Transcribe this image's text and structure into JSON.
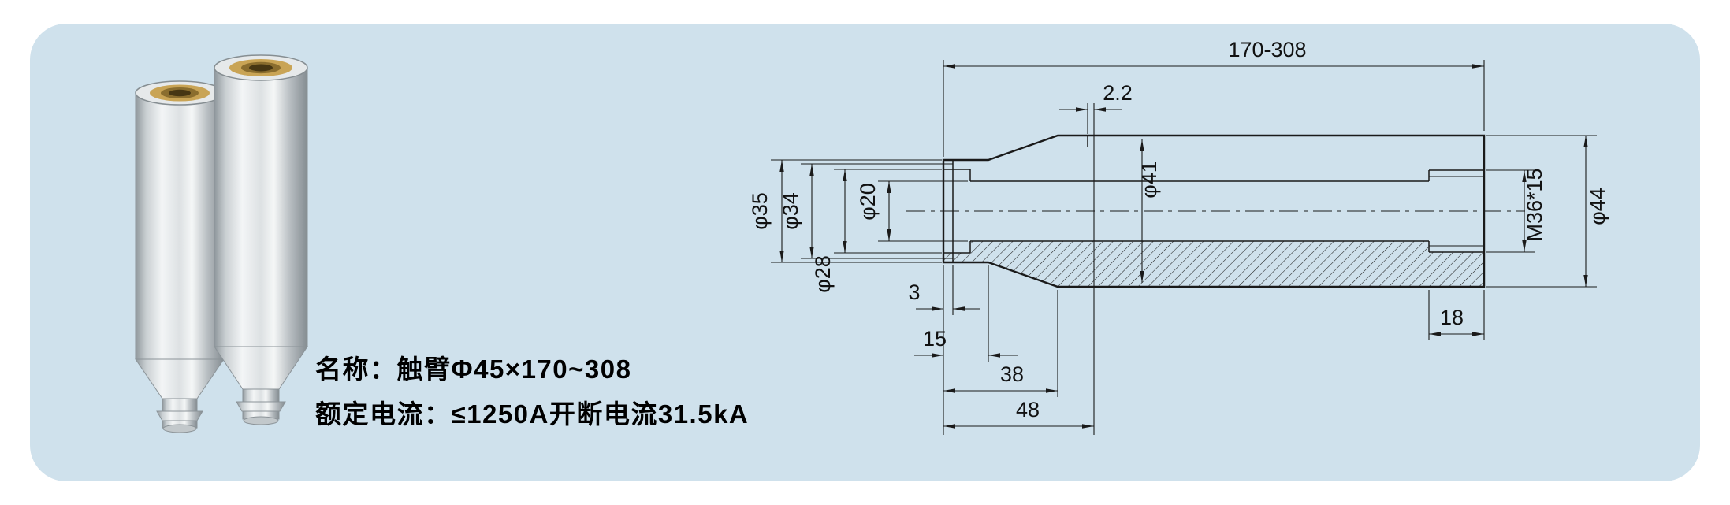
{
  "page": {
    "background_color": "#ffffff",
    "panel_color": "#cfe1ec"
  },
  "caption": {
    "name_line": "名称：触臂Φ45×170~308",
    "rating_line": "额定电流：≤1250A开断电流31.5kA"
  },
  "drawing": {
    "dims": {
      "overall_length": "170-308",
      "groove_width": "2.2",
      "dia_41": "φ41",
      "dia_35": "φ35",
      "dia_34": "φ34",
      "dia_28": "φ28",
      "dia_20": "φ20",
      "dia_44": "φ44",
      "thread_spec": "M36*15",
      "len_3": "3",
      "len_15": "15",
      "len_38": "38",
      "len_48": "48",
      "thread_depth": "18"
    }
  }
}
